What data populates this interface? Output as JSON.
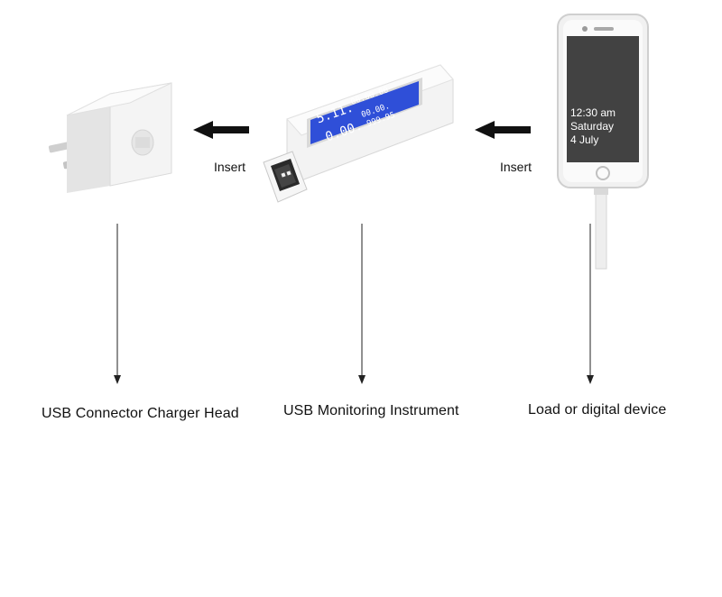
{
  "nodes": [
    {
      "label": "USB Connector Charger Head"
    },
    {
      "label": "USB Monitoring Instrument"
    },
    {
      "label": "Load or digital device"
    }
  ],
  "arrows": [
    {
      "label": "Insert"
    },
    {
      "label": "Insert"
    }
  ],
  "meter_display": {
    "line1_left": "5.11.",
    "line1_right": "00.00.00",
    "line2_left": "0.00.",
    "line2_right_top": "00.00.",
    "line2_right_bottom": "999.95"
  },
  "phone_screen": {
    "time": "12:30 am",
    "day": "Saturday",
    "date": "4 July"
  },
  "colors": {
    "lcd_blue": "#2f4fd8",
    "arrow": "#111111",
    "device_body": "#f2f2f2",
    "phone_screen": "#3a3a3a"
  }
}
